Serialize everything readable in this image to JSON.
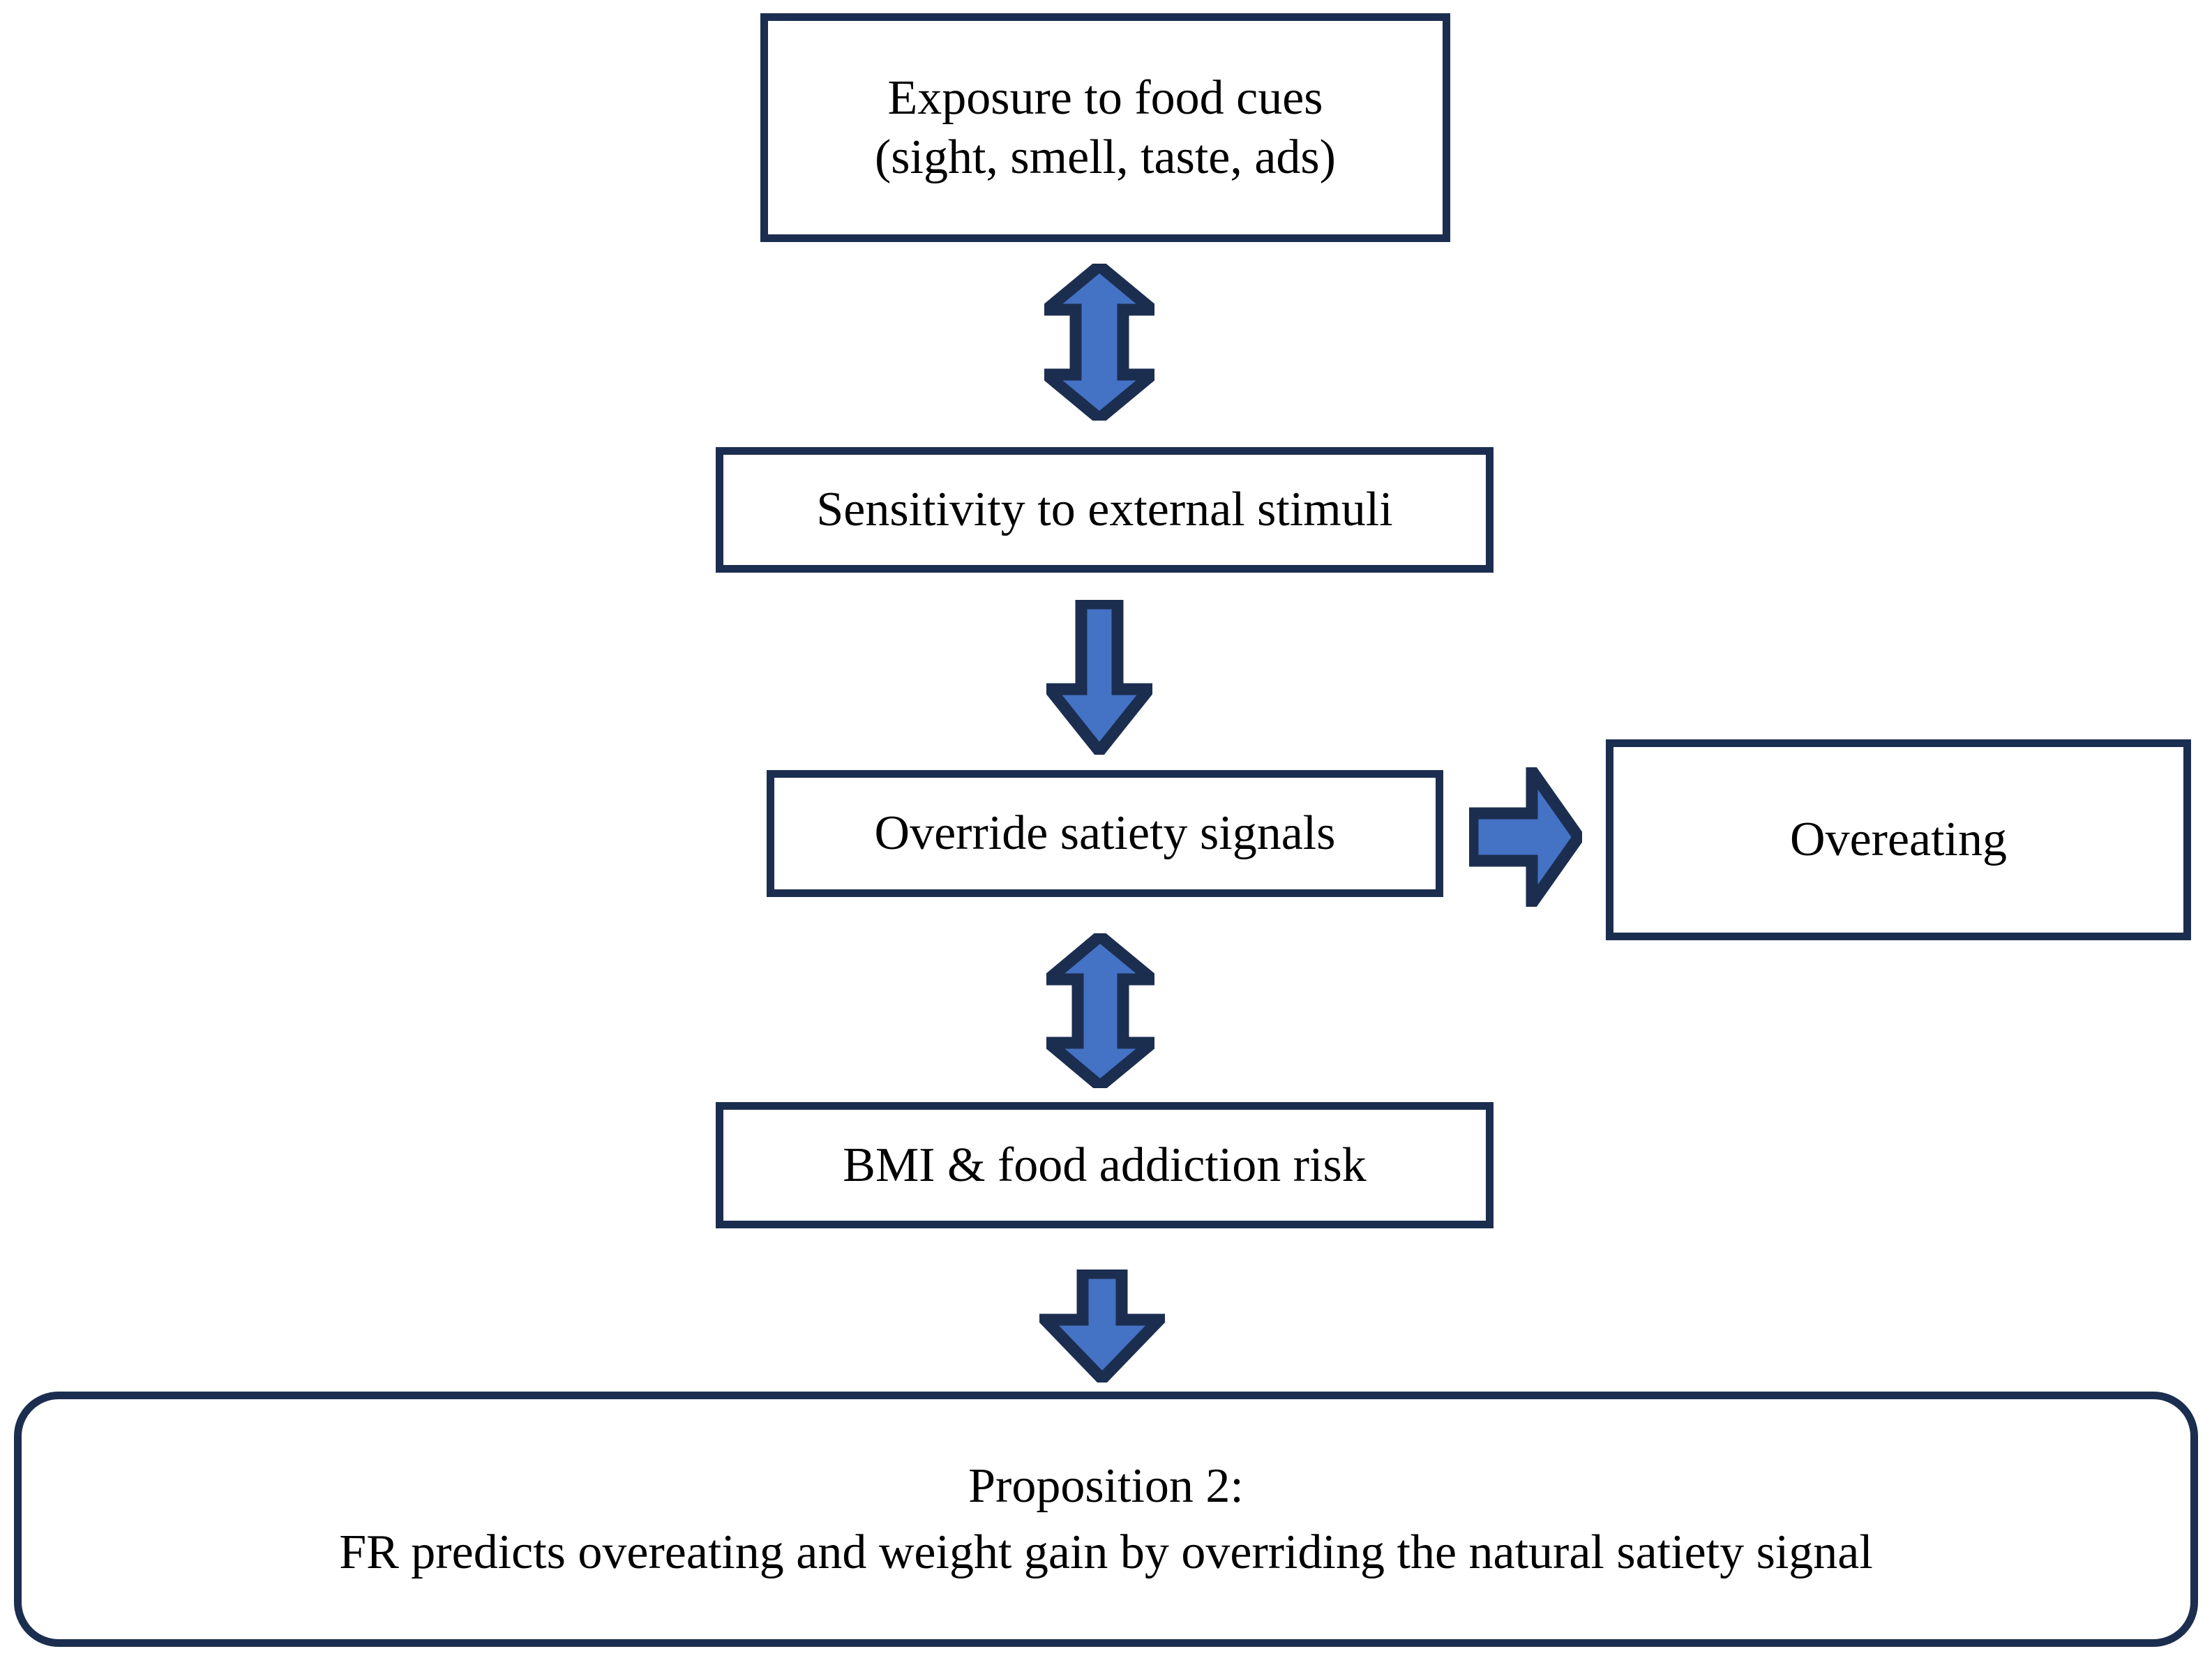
{
  "diagram": {
    "title": "Proposition 2 conceptual flowchart",
    "colors": {
      "box_border": "#1C2E50",
      "box_fill": "#FFFFFF",
      "arrow_fill": "#4472C4",
      "arrow_outline": "#1C2E50",
      "text": "#000000",
      "background": "#FFFFFF"
    },
    "nodes": {
      "exposure": {
        "line1": "Exposure to food cues",
        "line2": "(sight, smell, taste, ads)"
      },
      "sensitivity": {
        "line1": "Sensitivity to external stimuli"
      },
      "override": {
        "line1": "Override satiety signals"
      },
      "overeating": {
        "line1": "Overeating"
      },
      "bmi": {
        "line1": "BMI & food addiction risk"
      },
      "proposition": {
        "line1": "Proposition 2:",
        "line2": "FR predicts overeating and weight gain by overriding the natural satiety signal"
      }
    },
    "connectors": {
      "exposure_sensitivity": {
        "icon": "double-headed-vertical-arrow-icon",
        "direction": "bidirectional-vertical"
      },
      "sensitivity_override": {
        "icon": "down-arrow-icon",
        "direction": "down"
      },
      "override_overeating": {
        "icon": "right-arrow-icon",
        "direction": "right"
      },
      "override_bmi": {
        "icon": "double-headed-vertical-arrow-icon",
        "direction": "bidirectional-vertical"
      },
      "bmi_proposition": {
        "icon": "down-arrow-icon",
        "direction": "down"
      }
    }
  }
}
